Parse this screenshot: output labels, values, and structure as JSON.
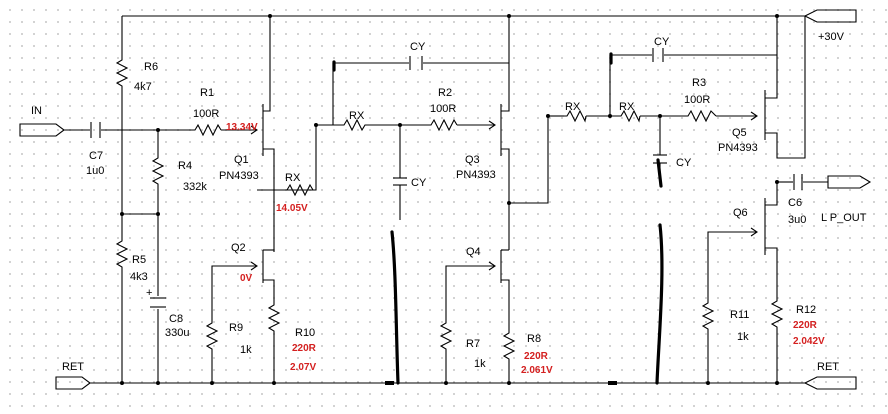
{
  "ports": {
    "in": "IN",
    "supply": "+30V",
    "ret_left": "RET",
    "ret_right": "RET",
    "out": "L P_OUT"
  },
  "parts": {
    "R6": {
      "name": "R6",
      "value": "4k7"
    },
    "R1": {
      "name": "R1",
      "value": "100R"
    },
    "R4": {
      "name": "R4",
      "value": "332k"
    },
    "R5": {
      "name": "R5",
      "value": "4k3"
    },
    "R9": {
      "name": "R9",
      "value": "1k"
    },
    "R10": {
      "name": "R10",
      "value": "220R"
    },
    "R2": {
      "name": "R2",
      "value": "100R"
    },
    "R7": {
      "name": "R7",
      "value": "1k"
    },
    "R8": {
      "name": "R8",
      "value": "220R"
    },
    "R3": {
      "name": "R3",
      "value": "100R"
    },
    "R11": {
      "name": "R11",
      "value": "1k"
    },
    "R12": {
      "name": "R12",
      "value": "220R"
    },
    "C7": {
      "name": "C7",
      "value": "1u0"
    },
    "C8": {
      "name": "C8",
      "value": "330u"
    },
    "C6": {
      "name": "C6",
      "value": "3u0"
    },
    "Q1": {
      "name": "Q1",
      "type": "PN4393"
    },
    "Q2": {
      "name": "Q2"
    },
    "Q3": {
      "name": "Q3",
      "type": "PN4393"
    },
    "Q4": {
      "name": "Q4"
    },
    "Q5": {
      "name": "Q5",
      "type": "PN4393"
    },
    "Q6": {
      "name": "Q6"
    },
    "RX1": "RX",
    "RX2": "RX",
    "RX3": "RX",
    "RX4": "RX",
    "CY1": "CY",
    "CY2": "CY",
    "CY3": "CY",
    "CY4": "CY"
  },
  "voltages": {
    "q1_source": "13.34V",
    "q1_drain": "14.05V",
    "q2_source": "0V",
    "r8": "2.061V",
    "r10": "2.07V",
    "r12": "2.042V"
  },
  "colors": {
    "wire": "#000000",
    "annotation": "#d42020",
    "grid_dot": "#c8c8c8"
  }
}
